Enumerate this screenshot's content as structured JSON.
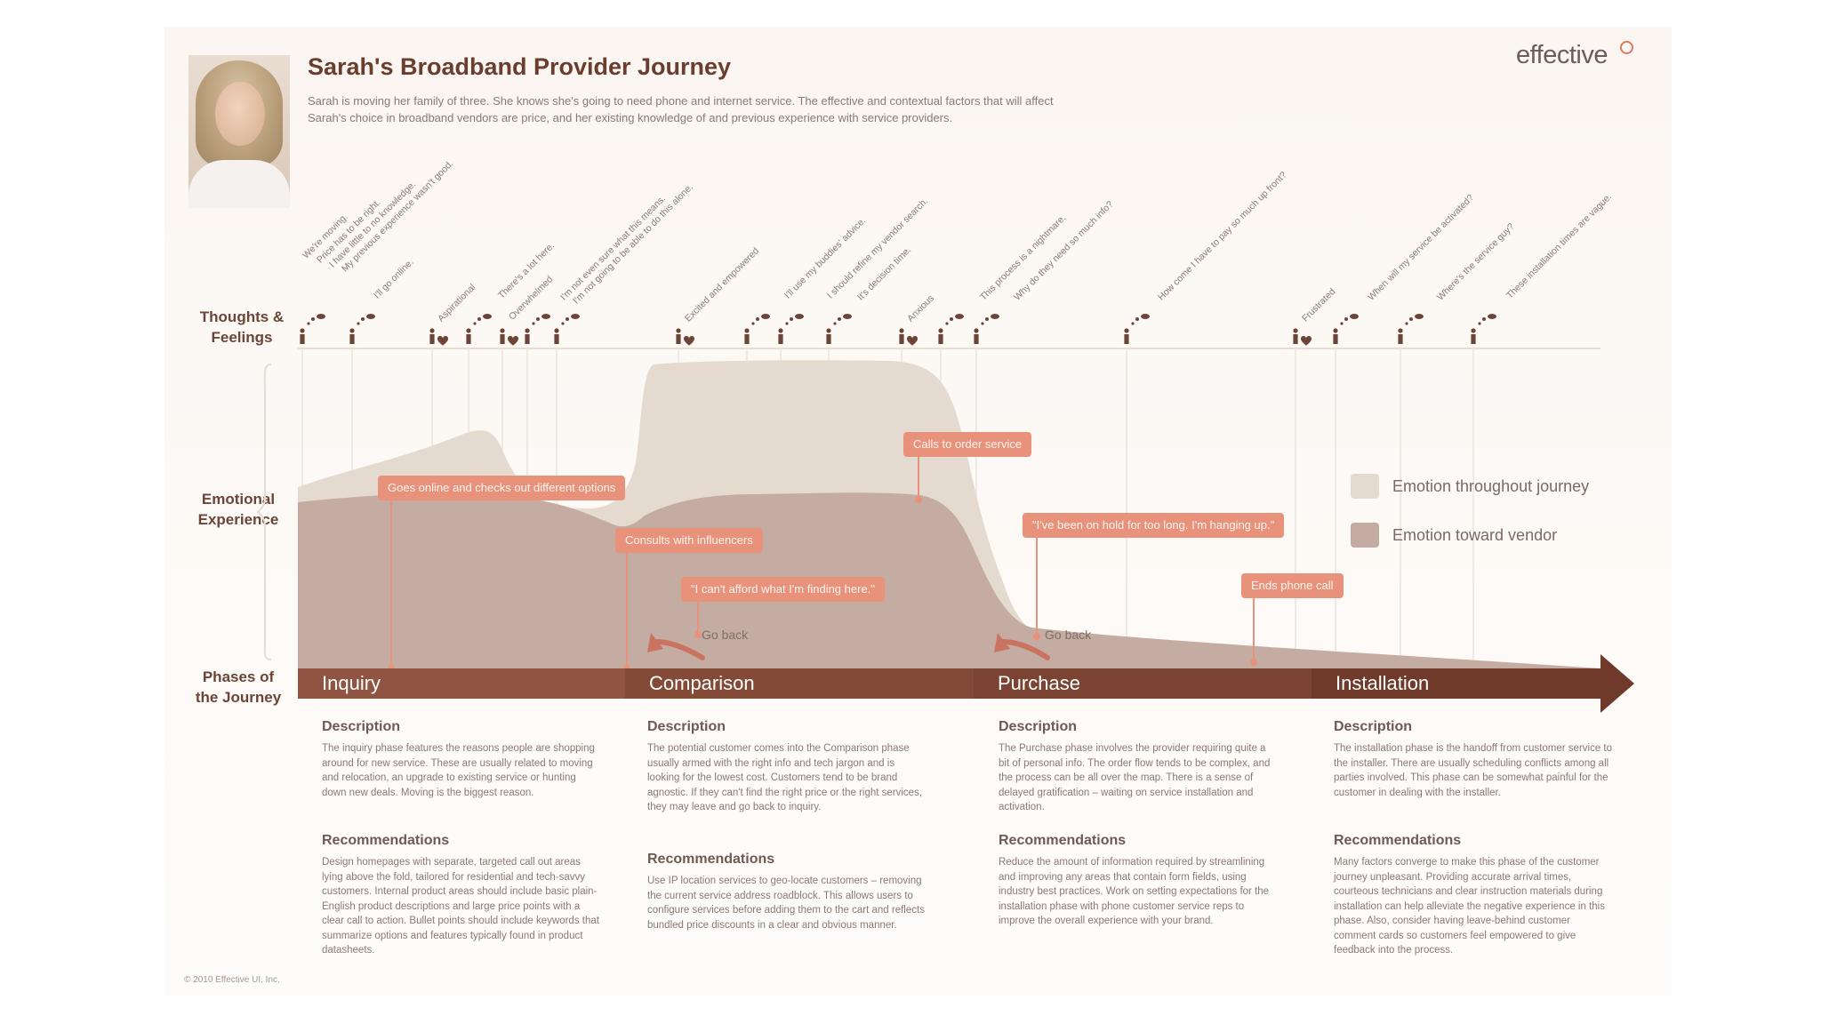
{
  "header": {
    "title": "Sarah's Broadband Provider Journey",
    "intro": "Sarah is moving her family of three. She knows she's going to need phone and internet service. The effective and contextual factors that will affect Sarah's choice in broadband vendors are price, and her existing knowledge of and previous experience with service providers.",
    "logo": "effective"
  },
  "rows": {
    "thoughts": "Thoughts & Feelings",
    "emotional": "Emotional Experience",
    "phases": "Phases of the Journey"
  },
  "thoughts": [
    "We're moving.",
    "Price has to be right.",
    "I have little to no knowledge.",
    "My previous experience wasn't good.",
    "I'll go online.",
    "Aspirational",
    "There's a lot here.",
    "Overwhelmed",
    "I'm not even sure what this means.",
    "I'm not going to be able to do this alone.",
    "Excited and empowered",
    "I'll use my buddies' advice.",
    "I should refine my vendor search.",
    "It's decision time.",
    "Anxious",
    "This process is a nightmare.",
    "Why do they need so much info?",
    "How come I have to pay so much up front?",
    "Frustrated",
    "When will my service be activated?",
    "Where's the service guy?",
    "These installation times are vague."
  ],
  "callouts": {
    "goes_online": "Goes online and checks out different options",
    "calls_to_order": "Calls to order service",
    "consults": "Consults with influencers",
    "on_hold": "\"I've been on hold for too long. I'm hanging up.\"",
    "cant_afford": "\"I can't afford what I'm finding here.\"",
    "ends_call": "Ends phone call",
    "go_back_1": "Go back",
    "go_back_2": "Go back"
  },
  "legend": {
    "throughout": "Emotion throughout journey",
    "vendor": "Emotion toward vendor"
  },
  "colors": {
    "throughout": "#e5dad0",
    "vendor": "#c4aca2",
    "callout": "#e8927b",
    "phase_inquiry": "#8f5542",
    "phase_comparison": "#834a37",
    "phase_purchase": "#7a4332",
    "phase_installation": "#6f3a29"
  },
  "phases": [
    {
      "name": "Inquiry",
      "desc_h": "Description",
      "desc": "The inquiry phase features the reasons people are shopping around for new service. These are usually related to moving and relocation, an upgrade to existing service or hunting down new deals. Moving is the biggest reason.",
      "rec_h": "Recommendations",
      "rec": "Design homepages with separate, targeted call out areas lying above the fold, tailored for residential and tech-savvy customers. Internal product areas should include basic plain-English product descriptions and large price points with a clear call to action. Bullet points should include keywords that summarize options and features typically found in product datasheets."
    },
    {
      "name": "Comparison",
      "desc_h": "Description",
      "desc": "The potential customer comes into the Comparison phase usually armed with the right info and tech jargon and is looking for the lowest cost. Customers tend to be brand agnostic. If they can't find the right price or the right services, they may leave and go back to inquiry.",
      "rec_h": "Recommendations",
      "rec": "Use IP location services to geo-locate customers – removing the current service address roadblock. This allows users to configure services before adding them to the cart and reflects bundled price discounts in a clear and obvious manner."
    },
    {
      "name": "Purchase",
      "desc_h": "Description",
      "desc": "The Purchase phase involves the provider requiring quite a bit of personal info. The order flow tends to be complex, and the process can be all over the map. There is a sense of delayed gratification – waiting on service installation and activation.",
      "rec_h": "Recommendations",
      "rec": "Reduce the amount of information required by streamlining and improving any areas that contain form fields, using industry best practices. Work on setting expectations for the installation phase with phone customer service reps to improve the overall experience with your brand."
    },
    {
      "name": "Installation",
      "desc_h": "Description",
      "desc": "The installation phase is the handoff from customer service to the installer. There are usually scheduling conflicts among all parties involved. This phase can be somewhat painful for the customer in dealing with the installer.",
      "rec_h": "Recommendations",
      "rec": "Many factors converge to make this phase of the customer journey unpleasant. Providing accurate arrival times, courteous technicians and clear instruction materials during installation can help alleviate the negative experience in this phase. Also, consider having leave-behind customer comment cards so customers feel empowered to give feedback into the process."
    }
  ],
  "footer": {
    "copyright": "© 2010 Effective UI, Inc."
  }
}
